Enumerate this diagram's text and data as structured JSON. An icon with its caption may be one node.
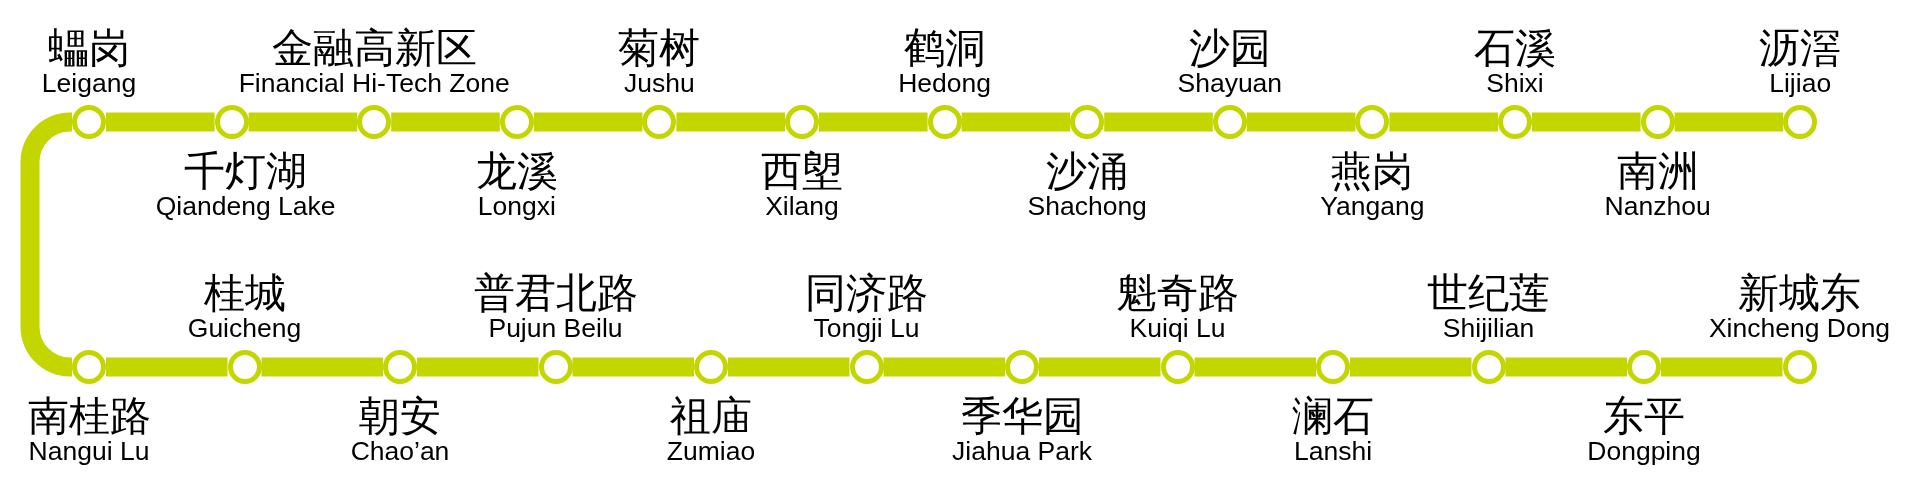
{
  "diagram": {
    "nodes": [
      {
        "text": [],
        "shape": "circle",
        "beside": [
          "蠝岗",
          "Leigang"
        ]
      },
      {
        "text": [],
        "shape": "circle",
        "beside": [
          "千灯湖",
          "Qiandeng Lake"
        ]
      },
      {
        "text": [],
        "shape": "circle",
        "beside": [
          "金融高新区",
          "Financial Hi-Tech Zone"
        ]
      },
      {
        "text": [],
        "shape": "circle",
        "beside": [
          "龙溪",
          "Longxi"
        ]
      },
      {
        "text": [],
        "shape": "circle",
        "beside": [
          "菊树",
          "Jushu"
        ]
      },
      {
        "text": [],
        "shape": "circle",
        "beside": [
          "西塱",
          "Xilang"
        ]
      },
      {
        "text": [],
        "shape": "circle",
        "beside": [
          "鹤洞",
          "Hedong"
        ]
      },
      {
        "text": [],
        "shape": "circle",
        "beside": [
          "沙涌",
          "Shachong"
        ]
      },
      {
        "text": [],
        "shape": "circle",
        "beside": [
          "沙园",
          "Shayuan"
        ]
      },
      {
        "text": [],
        "shape": "circle",
        "beside": [
          "燕岗",
          "Yangang"
        ]
      },
      {
        "text": [],
        "shape": "circle",
        "beside": [
          "石溪",
          "Shixi"
        ]
      },
      {
        "text": [],
        "shape": "circle",
        "beside": [
          "南洲",
          "Nanzhou"
        ]
      },
      {
        "text": [],
        "shape": "circle",
        "beside": [
          "沥滘",
          "Lijiao"
        ]
      },
      {
        "text": [],
        "shape": "circle",
        "beside": [
          "南桂路",
          "Nangui Lu"
        ]
      },
      {
        "text": [],
        "shape": "circle",
        "beside": [
          "桂城",
          "Guicheng"
        ]
      },
      {
        "text": [],
        "shape": "circle",
        "beside": [
          "朝安",
          "Chao’an"
        ]
      },
      {
        "text": [],
        "shape": "circle",
        "beside": [
          "普君北路",
          "Pujun Beilu"
        ]
      },
      {
        "text": [],
        "shape": "circle",
        "beside": [
          "祖庙",
          "Zumiao"
        ]
      },
      {
        "text": [],
        "shape": "circle",
        "beside": [
          "同济路",
          "Tongji Lu"
        ]
      },
      {
        "text": [],
        "shape": "circle",
        "beside": [
          "季华园",
          "Jiahua Park"
        ]
      },
      {
        "text": [],
        "shape": "circle",
        "beside": [
          "魁奇路",
          "Kuiqi Lu"
        ]
      },
      {
        "text": [],
        "shape": "circle",
        "beside": [
          "澜石",
          "Lanshi"
        ]
      },
      {
        "text": [],
        "shape": "circle",
        "beside": [
          "世纪莲",
          "Shijilian"
        ]
      },
      {
        "text": [],
        "shape": "circle",
        "beside": [
          "东平",
          "Dongping"
        ]
      },
      {
        "text": [],
        "shape": "circle",
        "beside": [
          "新城东",
          "Xincheng Dong"
        ]
      }
    ],
    "edges": [
      {
        "from": 0,
        "to": 1,
        "arrow": "none"
      },
      {
        "from": 1,
        "to": 2,
        "arrow": "none"
      },
      {
        "from": 2,
        "to": 3,
        "arrow": "none"
      },
      {
        "from": 3,
        "to": 4,
        "arrow": "none"
      },
      {
        "from": 4,
        "to": 5,
        "arrow": "none"
      },
      {
        "from": 5,
        "to": 6,
        "arrow": "none"
      },
      {
        "from": 6,
        "to": 7,
        "arrow": "none"
      },
      {
        "from": 7,
        "to": 8,
        "arrow": "none"
      },
      {
        "from": 8,
        "to": 9,
        "arrow": "none"
      },
      {
        "from": 9,
        "to": 10,
        "arrow": "none"
      },
      {
        "from": 10,
        "to": 11,
        "arrow": "none"
      },
      {
        "from": 11,
        "to": 12,
        "arrow": "none"
      },
      {
        "from": 0,
        "to": 13,
        "arrow": "none"
      },
      {
        "from": 13,
        "to": 14,
        "arrow": "none"
      },
      {
        "from": 14,
        "to": 15,
        "arrow": "none"
      },
      {
        "from": 15,
        "to": 16,
        "arrow": "none"
      },
      {
        "from": 16,
        "to": 17,
        "arrow": "none"
      },
      {
        "from": 17,
        "to": 18,
        "arrow": "none"
      },
      {
        "from": 18,
        "to": 19,
        "arrow": "none"
      },
      {
        "from": 19,
        "to": 20,
        "arrow": "none"
      },
      {
        "from": 20,
        "to": 21,
        "arrow": "none"
      },
      {
        "from": 21,
        "to": 22,
        "arrow": "none"
      },
      {
        "from": 22,
        "to": 23,
        "arrow": "none"
      },
      {
        "from": 23,
        "to": 24,
        "arrow": "none"
      }
    ]
  }
}
